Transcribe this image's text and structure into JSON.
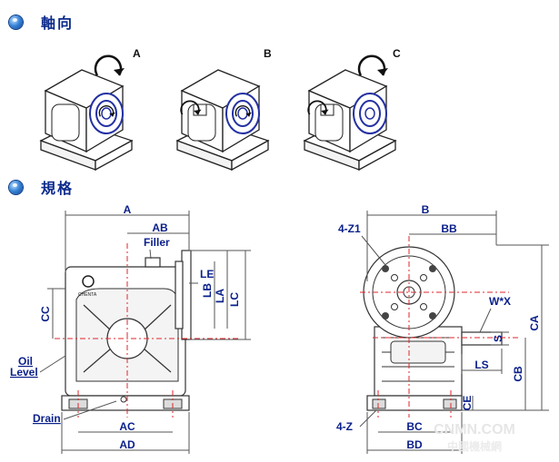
{
  "sections": {
    "rotation": {
      "title": "軸向"
    },
    "spec": {
      "title": "規格"
    }
  },
  "rotation_labels": [
    "A",
    "B",
    "C"
  ],
  "side_view_labels": {
    "a": "A",
    "ab": "AB",
    "filler": "Filler",
    "le": "LE",
    "lb": "LB",
    "lc": "LC",
    "la": "LA",
    "cc": "CC",
    "oil_level_1": "Oil",
    "oil_level_2": "Level",
    "drain": "Drain",
    "ac": "AC",
    "ad": "AD",
    "logo_text": "CHENTA"
  },
  "front_view_labels": {
    "b": "B",
    "z1": "4-Z1",
    "bb": "BB",
    "wx": "W*X",
    "s": "S",
    "ca": "CA",
    "cb": "CB",
    "ls": "LS",
    "ce": "CE",
    "z": "4-Z",
    "bc": "BC",
    "bd": "BD"
  },
  "watermark": {
    "line1": "CNMN.COM",
    "line2": "中國機械網"
  },
  "colors": {
    "label_blue": "#0a1f8a",
    "section_title": "#0b2a8c",
    "center_line": "#e0262b"
  }
}
